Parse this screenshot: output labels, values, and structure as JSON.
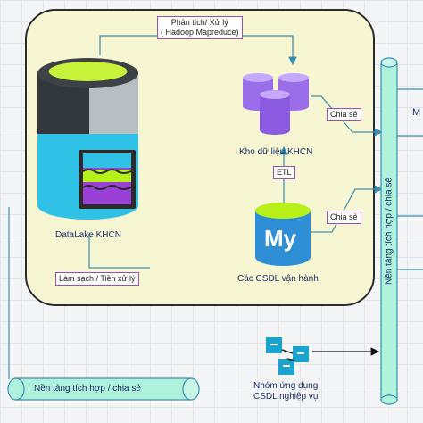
{
  "labels": {
    "processing_line1": "Phân tích/ Xử lý",
    "processing_line2": "( Hadoop Mapreduce)",
    "datalake": "DataLake KHCN",
    "warehouse": "Kho dữ liệu KHCN",
    "etl": "ETL",
    "share_top": "Chia sẻ",
    "share_mid": "Chia sẻ",
    "operational_db": "Các CSDL vận hành",
    "cleaning": "Làm sạch / Tiền xử lý",
    "integration_vertical": "Nền tảng tích hợp / chia sẻ",
    "integration_bottom": "Nền tảng tích hợp / chia sẻ",
    "app_group_line1": "Nhóm ứng dụng",
    "app_group_line2": "CSDL nghiệp vụ",
    "mysql_logo_text": "My",
    "edge_letter": "M"
  },
  "colors": {
    "panel_fill": "#f6f6d2",
    "integration_fill": "#aff2dc",
    "green_accent": "#b8f01a",
    "purple": "#9a6ee8",
    "mysql_blue": "#2f8fd6"
  }
}
